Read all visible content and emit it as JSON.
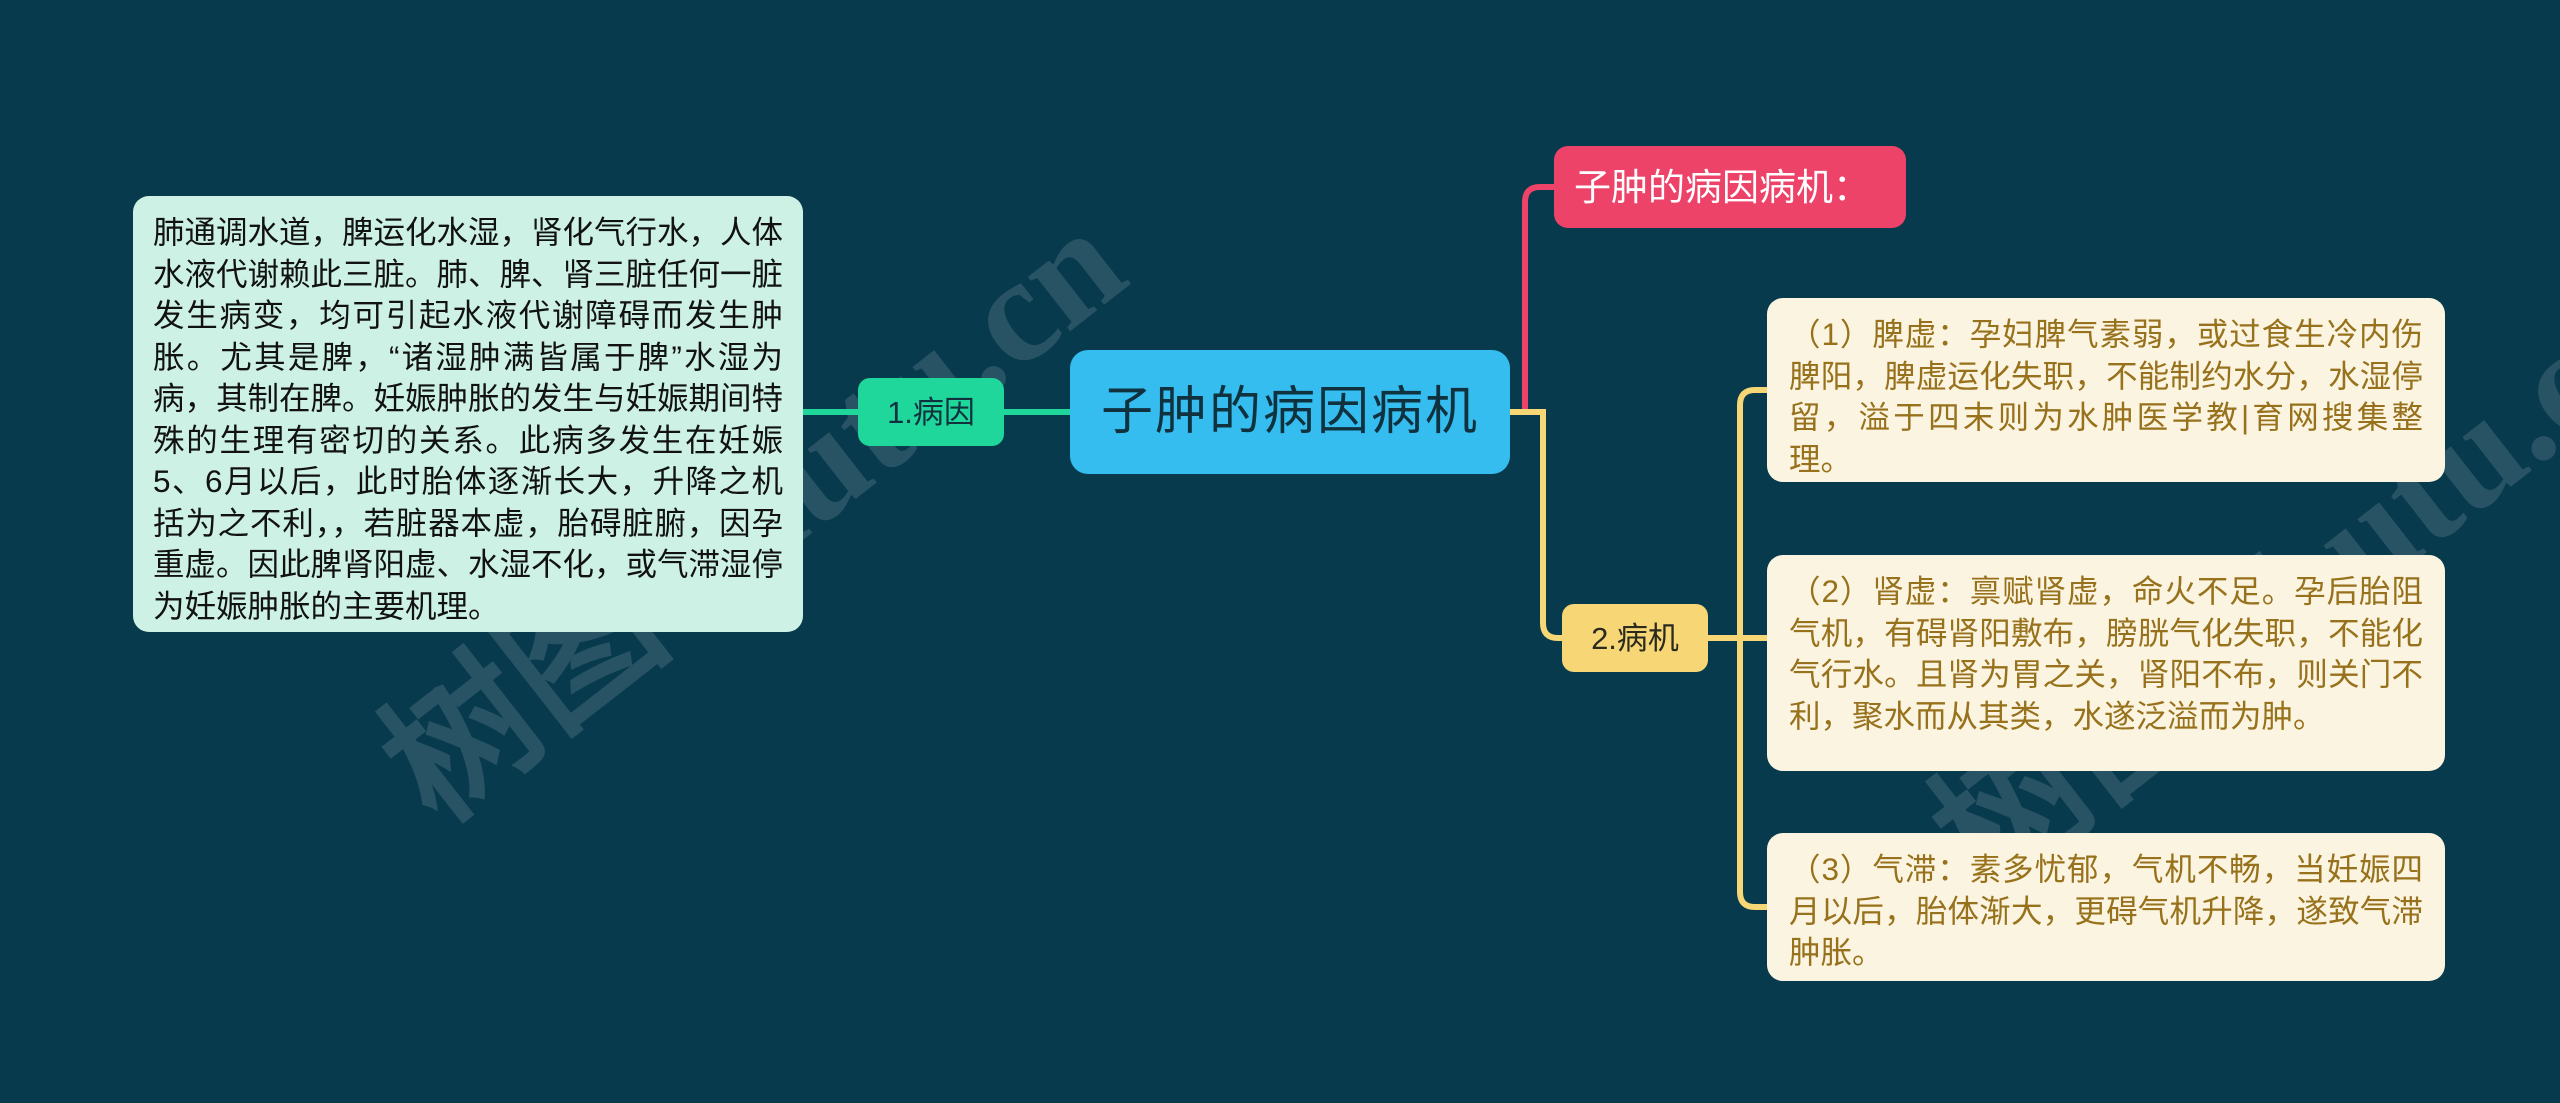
{
  "canvas": {
    "background_color": "#083a4e",
    "watermark_text": "树图 shutu.cn"
  },
  "colors": {
    "background": "#083a4e",
    "central_node": "#35bdf0",
    "summary_node": "#ee4369",
    "branch_cause": "#1fd79a",
    "branch_mechanism": "#f7d675",
    "detail_cause_bg": "#cdf2e5",
    "detail_cream_bg": "#fbf4e0",
    "cream_text": "#97711b",
    "link_pink": "#ee4369",
    "link_green": "#1fd79a",
    "link_yellow": "#f7d675"
  },
  "mindmap": {
    "central": {
      "label": "子肿的病因病机"
    },
    "summary": {
      "label": "子肿的病因病机："
    },
    "branches": [
      {
        "id": "cause",
        "label": "1.病因",
        "detail": "肺通调水道，脾运化水湿，肾化气行水，人体水液代谢赖此三脏。肺、脾、肾三脏任何一脏发生病变，均可引起水液代谢障碍而发生肿胀。尤其是脾，“诸湿肿满皆属于脾”水湿为病，其制在脾。妊娠肿胀的发生与妊娠期间特殊的生理有密切的关系。此病多发生在妊娠5、6月以后，此时胎体逐渐长大，升降之机括为之不利，，若脏器本虚，胎碍脏腑，因孕重虚。因此脾肾阳虚、水湿不化，或气滞湿停为妊娠肿胀的主要机理。"
      },
      {
        "id": "mechanism",
        "label": "2.病机",
        "details": [
          "（1）脾虚：孕妇脾气素弱，或过食生冷内伤脾阳，脾虚运化失职，不能制约水分，水湿停留，溢于四末则为水肿医学教|育网搜集整理。",
          "（2）肾虚：禀赋肾虚，命火不足。孕后胎阻气机，有碍肾阳敷布，膀胱气化失职，不能化气行水。且肾为胃之关，肾阳不布，则关门不利，聚水而从其类，水遂泛溢而为肿。",
          "（3）气滞：素多忧郁，气机不畅，当妊娠四月以后，胎体渐大，更碍气机升降，遂致气滞肿胀。"
        ]
      }
    ]
  }
}
